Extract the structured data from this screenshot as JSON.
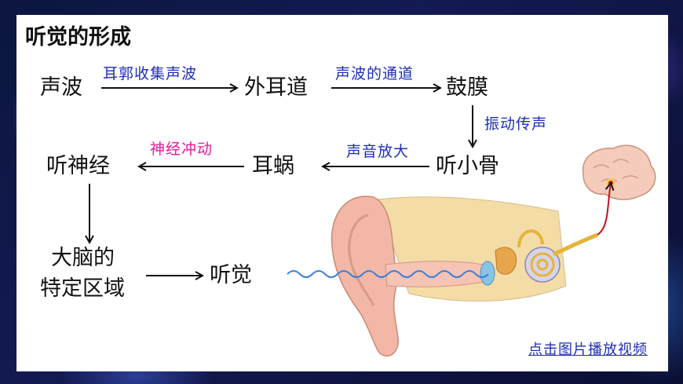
{
  "title": "听觉的形成",
  "nodes": {
    "sound_wave": "声波",
    "outer_ear_canal": "外耳道",
    "eardrum": "鼓膜",
    "ossicles": "听小骨",
    "cochlea": "耳蜗",
    "auditory_nerve": "听神经",
    "brain_area_line1": "大脑的",
    "brain_area_line2": "特定区域",
    "hearing": "听觉"
  },
  "labels": {
    "collect": "耳郭收集声波",
    "channel": "声波的通道",
    "vibrate": "振动传声",
    "amplify": "声音放大",
    "impulse": "神经冲动"
  },
  "video_link": "点击图片播放视频",
  "colors": {
    "label_blue": "#1f2fb8",
    "label_pink": "#e5189a",
    "background": "#0a1030"
  }
}
